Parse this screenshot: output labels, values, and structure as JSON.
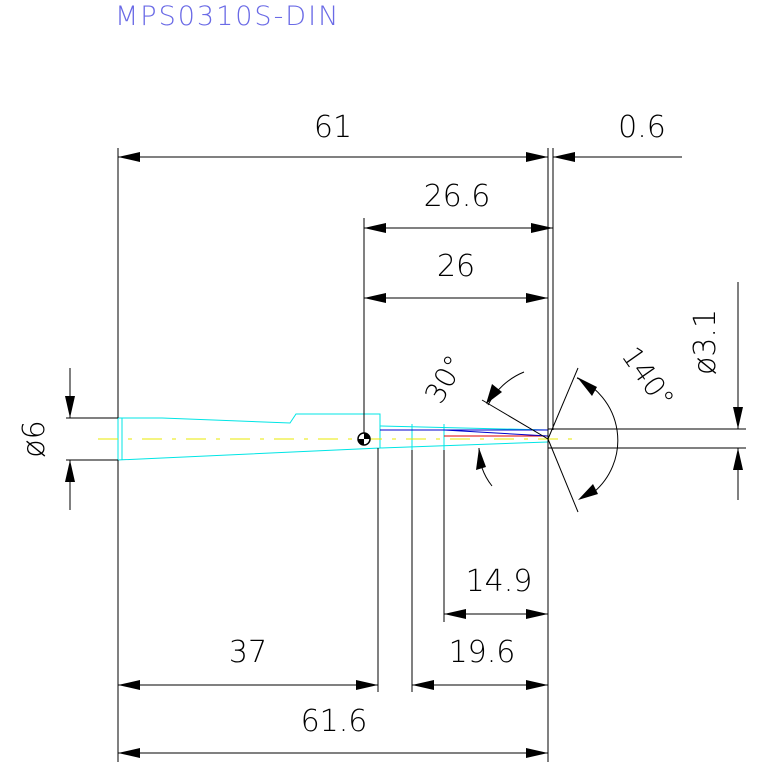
{
  "title": "MPS0310S-DIN",
  "colors": {
    "title": "#6a6ae6",
    "part_outline": "#00e5e5",
    "centerline": "#e8e800",
    "tip_edge": "#e00000",
    "tip_line": "#0000cc",
    "dimension": "#000000"
  },
  "dimensions": {
    "overall_length": "61",
    "tip_offset": "0.6",
    "length_26_6": "26.6",
    "length_26": "26",
    "shank_diameter": "ø6",
    "tip_diameter": "ø3.1",
    "point_angle": "140°",
    "chamfer_angle": "30°",
    "length_14_9": "14.9",
    "length_19_6": "19.6",
    "shank_length": "37",
    "total_length": "61.6"
  }
}
